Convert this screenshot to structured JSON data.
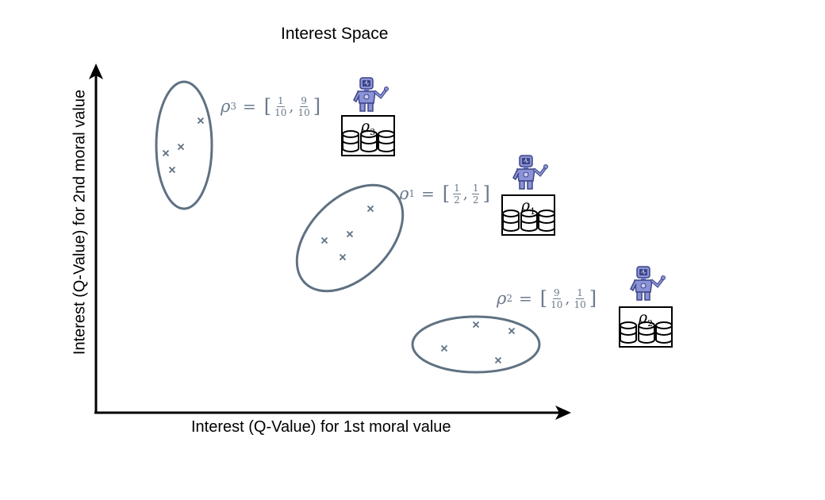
{
  "title": "Interest Space",
  "axes": {
    "x_label": "Interest (Q-Value) for 1st moral value",
    "y_label": "Interest (Q-Value) for 2nd moral value"
  },
  "clusters": [
    {
      "id": "rho3",
      "symbol": "ρ",
      "index": "3",
      "vector": [
        {
          "num": "1",
          "den": "10"
        },
        {
          "num": "9",
          "den": "10"
        }
      ],
      "points": 4
    },
    {
      "id": "rho1",
      "symbol": "ρ",
      "index": "1",
      "vector": [
        {
          "num": "1",
          "den": "2"
        },
        {
          "num": "1",
          "den": "2"
        }
      ],
      "points": 4
    },
    {
      "id": "rho2",
      "symbol": "ρ",
      "index": "2",
      "vector": [
        {
          "num": "9",
          "den": "10"
        },
        {
          "num": "1",
          "den": "10"
        }
      ],
      "points": 4
    }
  ],
  "colors": {
    "cluster_stroke": "#5f7182",
    "label_text": "#6b7a8c",
    "robot_body": "#8a93d6",
    "robot_dark": "#3c4585"
  },
  "icons": {
    "robot": "robot-agent-icon",
    "database": "database-cylinders-icon"
  }
}
